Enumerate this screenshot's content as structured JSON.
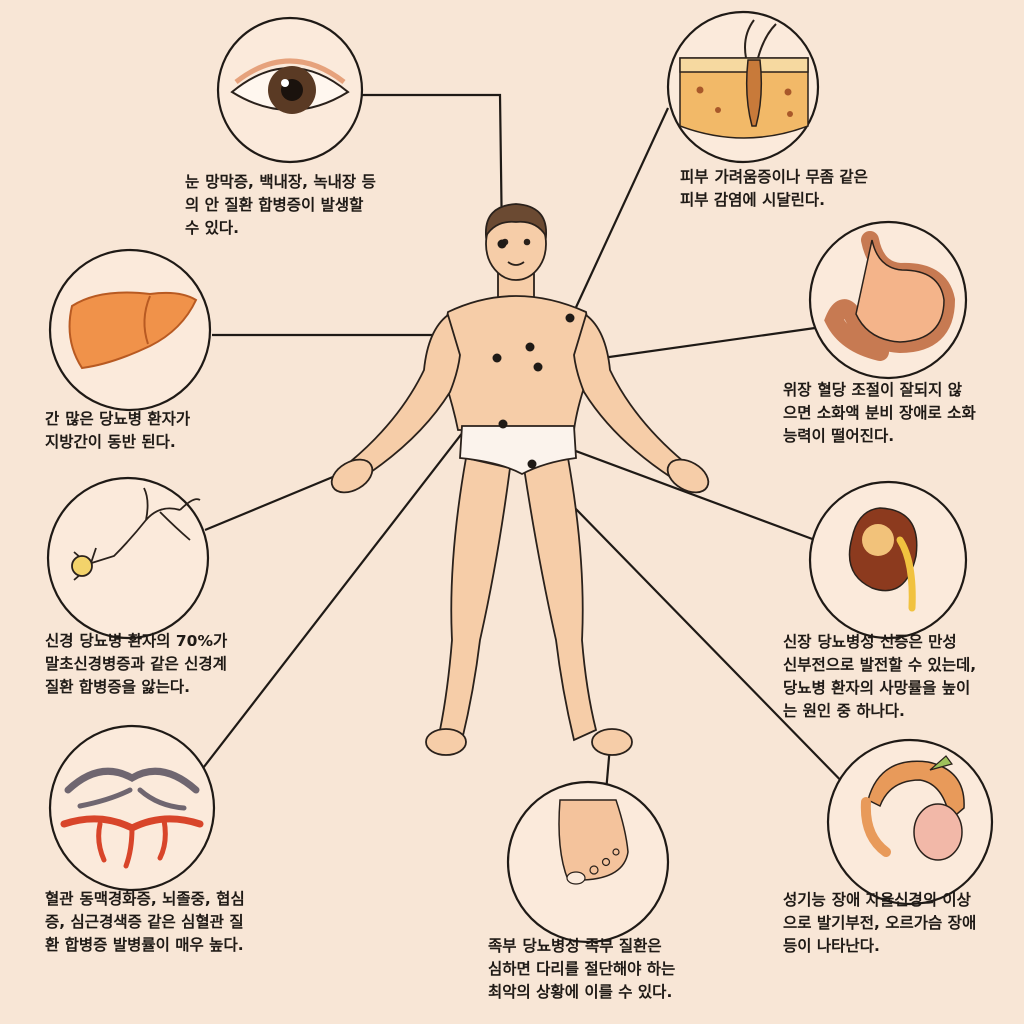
{
  "organs": {
    "eye": {
      "title": "눈",
      "lines": [
        "망막증, 백내장, 녹내장 등",
        "의 안 질환 합병증이 발생할",
        "수 있다."
      ],
      "icon": "eye-icon"
    },
    "skin": {
      "title": "피부",
      "lines": [
        "가려움증이나 무좀 같은",
        "피부 감염에 시달린다."
      ],
      "icon": "skin-icon"
    },
    "liver": {
      "title": "간",
      "lines": [
        "많은 당뇨병 환자가",
        "지방간이 동반 된다."
      ],
      "icon": "liver-icon"
    },
    "stomach": {
      "title": "위장",
      "lines": [
        "혈당 조절이 잘되지 않",
        "으면 소화액 분비 장애로 소화",
        "능력이 떨어진다."
      ],
      "icon": "stomach-icon"
    },
    "nerve": {
      "title": "신경",
      "lines": [
        "당뇨병 환자의 70%가",
        "말초신경병증과 같은 신경계",
        "질환 합병증을 앓는다."
      ],
      "icon": "neuron-icon"
    },
    "kidney": {
      "title": "신장",
      "lines": [
        "당뇨병성 신증은 만성",
        "신부전으로 발전할 수 있는데,",
        "당뇨병 환자의 사망률을 높이",
        "는 원인 중 하나다."
      ],
      "icon": "kidney-icon"
    },
    "vessel": {
      "title": "혈관",
      "lines": [
        "동맥경화증, 뇌졸중, 협심",
        "증, 심근경색증 같은 심혈관 질",
        "환 합병증 발병률이 매우 높다."
      ],
      "icon": "blood-vessel-icon"
    },
    "foot": {
      "title": "족부",
      "lines": [
        "당뇨병성 족부 질환은",
        "심하면 다리를 절단해야 하는",
        "최악의 상황에 이를 수 있다."
      ],
      "icon": "foot-icon"
    },
    "sexual": {
      "title": "성기능",
      "lines": [
        "장애 자율신경의 이상",
        "으로 발기부전, 오르가슴 장애",
        "등이 나타난다."
      ],
      "icon": "reproductive-organ-icon"
    }
  },
  "colors": {
    "background": "#f8e6d6",
    "skin": "#f6cda8",
    "outline": "#2a211b",
    "organ": "#f0924a"
  }
}
